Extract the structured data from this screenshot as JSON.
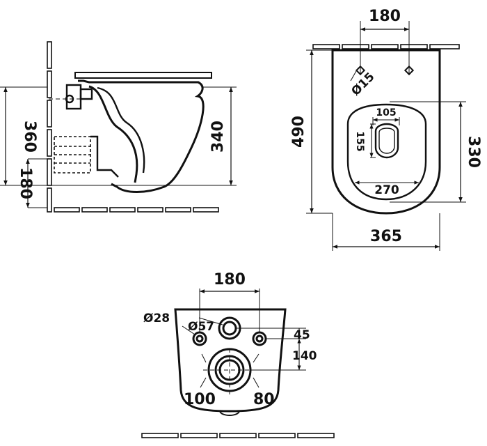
{
  "side_view": {
    "height_360": "360",
    "height_180": "180",
    "height_340": "340"
  },
  "top_view": {
    "width_180": "180",
    "hole_dia": "Ø15",
    "inner_105": "105",
    "inner_155": "155",
    "inner_270": "270",
    "length_490": "490",
    "length_330": "330",
    "width_365": "365"
  },
  "back_view": {
    "width_180": "180",
    "dia_28": "Ø28",
    "dia_57": "Ø57",
    "offset_45": "45",
    "offset_140": "140",
    "dim_100": "100",
    "dim_80": "80"
  }
}
